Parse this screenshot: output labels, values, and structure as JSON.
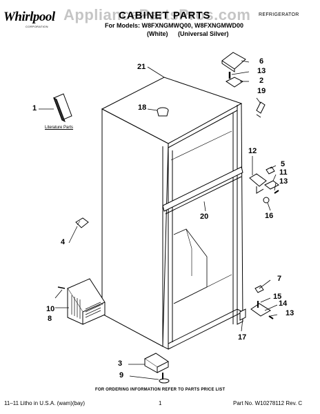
{
  "header": {
    "brand": "Whirlpool",
    "brand_sub": "CORPORATION",
    "watermark": "AppliancePartsPros.com",
    "title": "CABINET PARTS",
    "models_line": "For Models: W8FXNGMWQ00, W8FXNGMWD00",
    "variant_1": "(White)",
    "variant_2": "(Universal Silver)",
    "category": "REFRIGERATOR"
  },
  "literature_label": "Literature Parts",
  "callouts": {
    "c1": "1",
    "c2": "2",
    "c3": "3",
    "c4": "4",
    "c5": "5",
    "c6": "6",
    "c7": "7",
    "c8": "8",
    "c9": "9",
    "c10": "10",
    "c11": "11",
    "c12": "12",
    "c13a": "13",
    "c13b": "13",
    "c13c": "13",
    "c14": "14",
    "c15": "15",
    "c16": "16",
    "c17": "17",
    "c18": "18",
    "c19": "19",
    "c20": "20",
    "c21": "21"
  },
  "footer": {
    "note": "FOR ORDERING INFORMATION REFER TO PARTS PRICE LIST",
    "litho": "11–11 Litho in U.S.A. (wam)(bay)",
    "page": "1",
    "part_no": "Part No. W10278112 Rev. C"
  }
}
